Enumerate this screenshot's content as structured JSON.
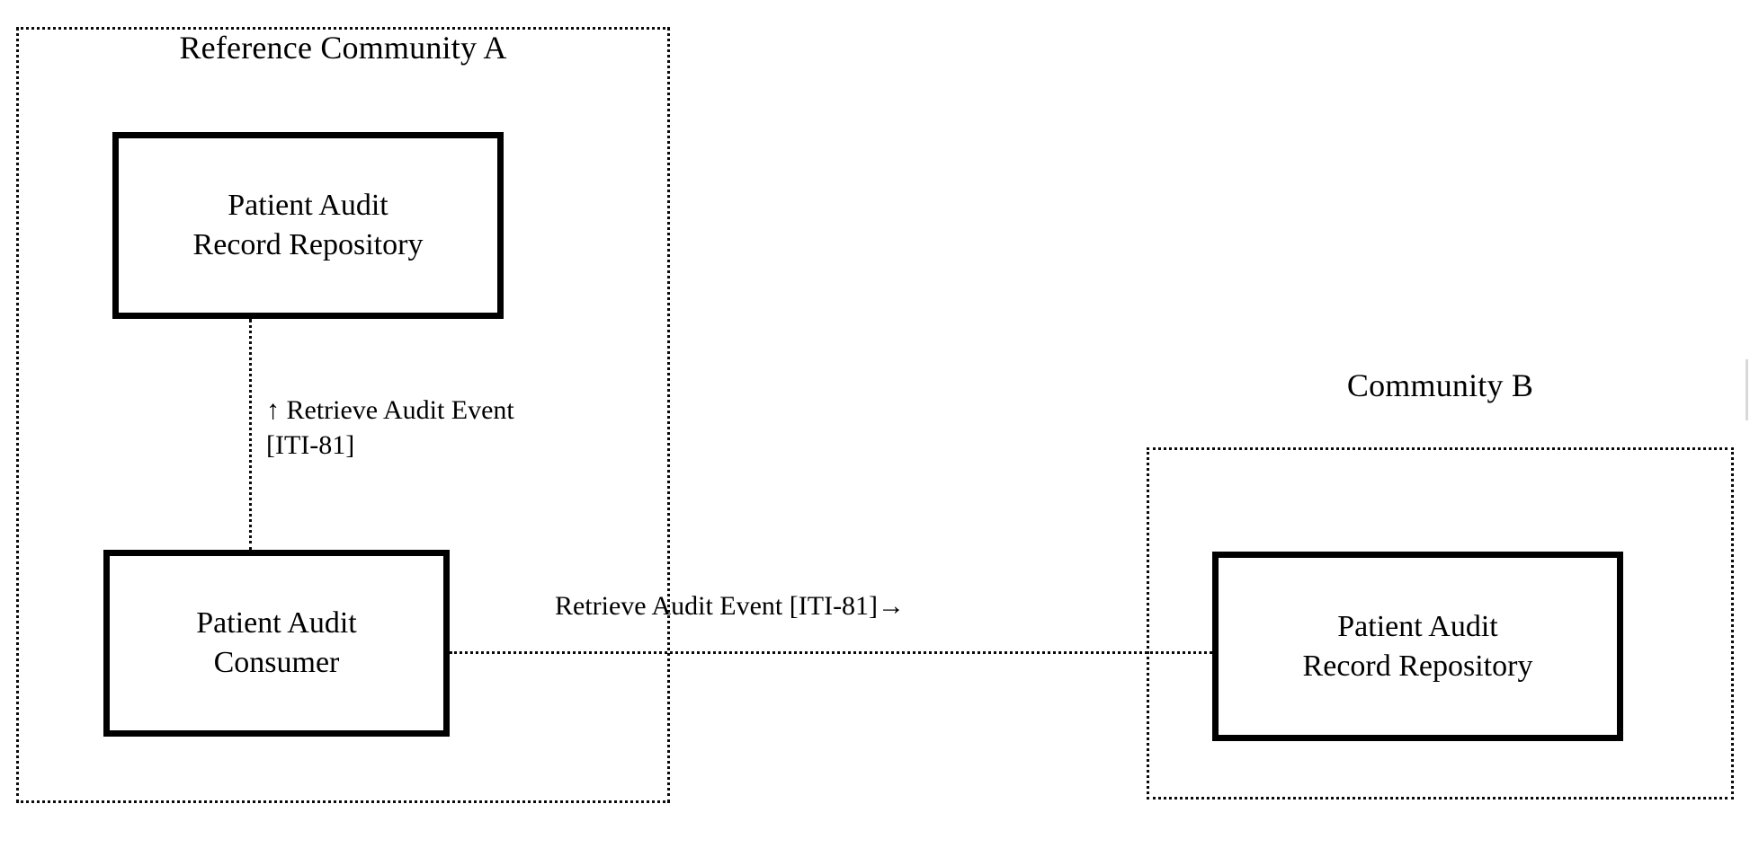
{
  "diagram": {
    "type": "actor-transaction-diagram",
    "background": "#ffffff",
    "line_color": "#0a0a0a"
  },
  "communities": [
    {
      "id": "reference-community-a",
      "title": "Reference Community A"
    },
    {
      "id": "community-b",
      "title": "Community B"
    }
  ],
  "actors": [
    {
      "id": "par-repository-a",
      "label": "Patient Audit\nRecord Repository"
    },
    {
      "id": "patient-audit-consumer",
      "label": "Patient Audit\nConsumer"
    },
    {
      "id": "par-repository-b",
      "label": "Patient Audit\nRecord Repository"
    }
  ],
  "transactions": [
    {
      "id": "retrieve-audit-event-internal",
      "label": "↑ Retrieve Audit Event\n  [ITI-81]",
      "name": "Retrieve Audit Event",
      "code": "[ITI-81]",
      "direction_glyph": "↑",
      "orientation": "vertical"
    },
    {
      "id": "retrieve-audit-event-cross-community",
      "label": "Retrieve Audit Event [ITI-81]→",
      "name": "Retrieve Audit Event",
      "code": "[ITI-81]",
      "direction_glyph": "→",
      "orientation": "horizontal"
    }
  ]
}
